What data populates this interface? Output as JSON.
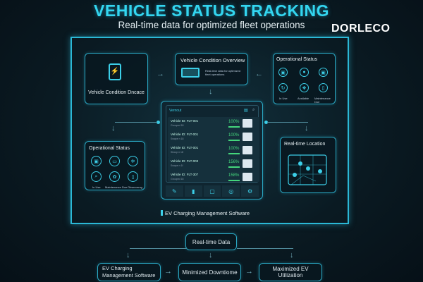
{
  "header": {
    "title": "VEHICLE STATUS TRACKING",
    "subtitle": "Real-time data for optimized fleet operations",
    "logo": "DORLECO"
  },
  "condition_box": {
    "label": "Vehicle Condition Dncace",
    "icon": "ev-charger-icon"
  },
  "overview_box": {
    "title": "Vehicle Condition Overview",
    "text": "Real-time data for optimized fleet operations",
    "icon": "battery-icon"
  },
  "ops_top": {
    "title": "Operational Status",
    "labels": [
      "In Use",
      "Available",
      "Maintenance Due"
    ]
  },
  "ops_left": {
    "title": "Operational Status",
    "labels": [
      "In Use",
      "Maintenance Due",
      "Observerng"
    ]
  },
  "location_box": {
    "title": "Real-time Location",
    "icon": "map-icon"
  },
  "panel": {
    "header": "Vernout",
    "rows": [
      {
        "id": "Vehicle ID: FLT-001",
        "sub": "Grouped 18",
        "pct": "100%"
      },
      {
        "id": "Vehicle ID: FLT-001",
        "sub": "Swape n 18",
        "pct": "100%"
      },
      {
        "id": "Vehicle ID: FLT-001",
        "sub": "Shoup n 18",
        "pct": "100%"
      },
      {
        "id": "Vehicle ID: FLT-003",
        "sub": "Swape n 1f",
        "pct": "156%"
      },
      {
        "id": "Vehicle ID: FLT-307",
        "sub": "Grouped 18",
        "pct": "158%"
      }
    ],
    "caption": "EV Charging Management Software"
  },
  "flow": {
    "top": "Real-time Data",
    "steps": [
      "EV Charging Management Software",
      "Minimized Downtiome",
      "Maximized EV Utilization"
    ]
  },
  "colors": {
    "accent": "#2bb8d6",
    "success": "#44d67c",
    "background": "#0a1a22"
  }
}
